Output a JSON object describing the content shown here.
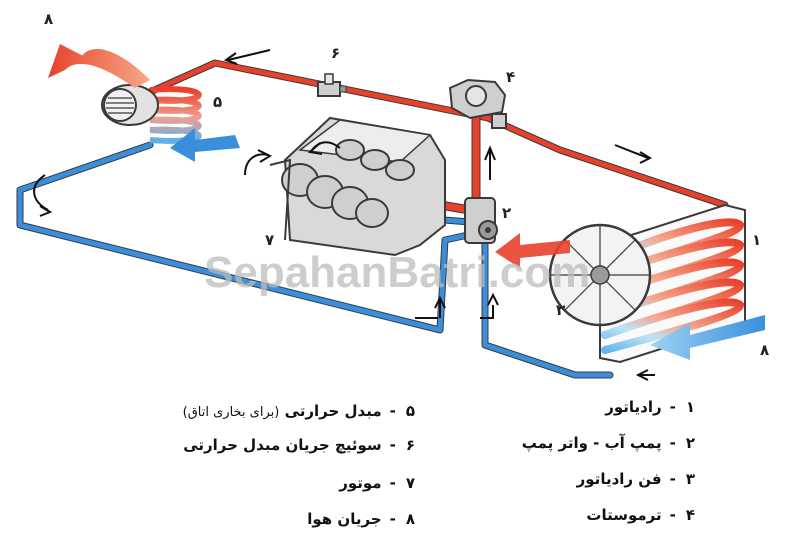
{
  "watermark": "SepahanBatri.com",
  "labels": {
    "n1": "۱",
    "n2": "۲",
    "n3": "۳",
    "n4": "۴",
    "n5": "۵",
    "n6": "۶",
    "n7": "۷",
    "n8_top": "۸",
    "n8_right": "۸"
  },
  "legend": {
    "right": [
      {
        "num": "۱",
        "dash": "-",
        "text": "رادیاتور"
      },
      {
        "num": "۲",
        "dash": "-",
        "text": "پمپ آب - واتر پمپ"
      },
      {
        "num": "۳",
        "dash": "-",
        "text": "فن رادیاتور"
      },
      {
        "num": "۴",
        "dash": "-",
        "text": "ترموستات"
      }
    ],
    "left": [
      {
        "num": "۵",
        "dash": "-",
        "text": "مبدل حرارتی",
        "note": "(برای بخاری اتاق)"
      },
      {
        "num": "۶",
        "dash": "-",
        "text": "سوئیچ جریان مبدل حرارتی"
      },
      {
        "num": "۷",
        "dash": "-",
        "text": "موتور"
      },
      {
        "num": "۸",
        "dash": "-",
        "text": "جریان هوا"
      }
    ]
  },
  "colors": {
    "hot": "#e8412b",
    "cold": "#3a8fdc",
    "outline": "#3a3a3a",
    "engine": "#dcdcdc"
  }
}
